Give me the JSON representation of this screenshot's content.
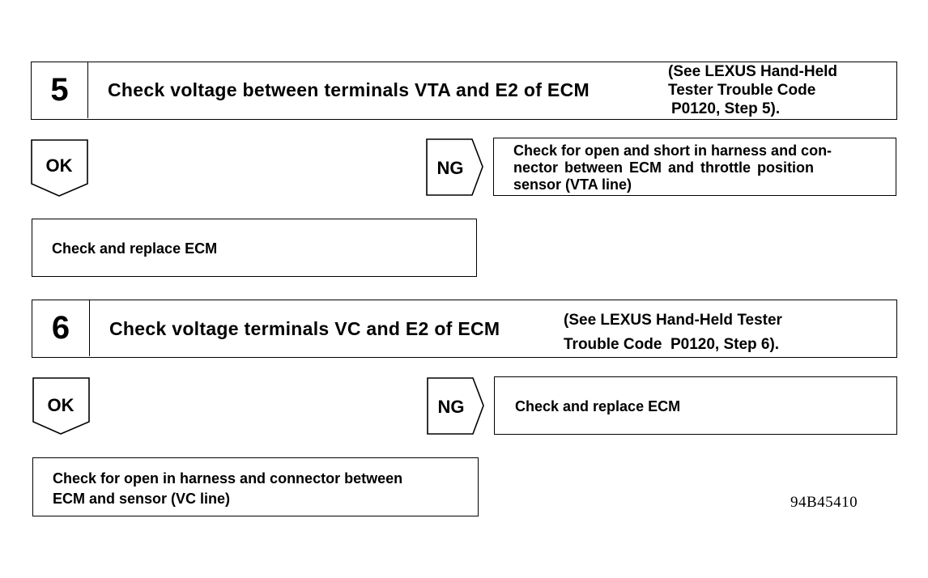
{
  "step5": {
    "number": "5",
    "title": "Check voltage between terminals VTA and E2 of ECM",
    "reference": [
      "(See LEXUS Hand-Held",
      "Tester Trouble Code",
      "P0120, Step 5)."
    ],
    "ok_label": "OK",
    "ng_label": "NG",
    "ng_action": [
      "Check for open and short in harness and con-",
      "nector between ECM and throttle position",
      "sensor (VTA line)"
    ],
    "ok_action": "Check and replace ECM"
  },
  "step6": {
    "number": "6",
    "title": "Check voltage terminals VC and E2 of ECM",
    "reference": [
      "(See LEXUS Hand-Held Tester",
      "Trouble Code  P0120, Step 6)."
    ],
    "ok_label": "OK",
    "ng_label": "NG",
    "ng_action": "Check and replace ECM",
    "ok_action": [
      "Check for open in harness and connector between",
      "ECM and sensor (VC line)"
    ]
  },
  "figure_code": "94B45410"
}
